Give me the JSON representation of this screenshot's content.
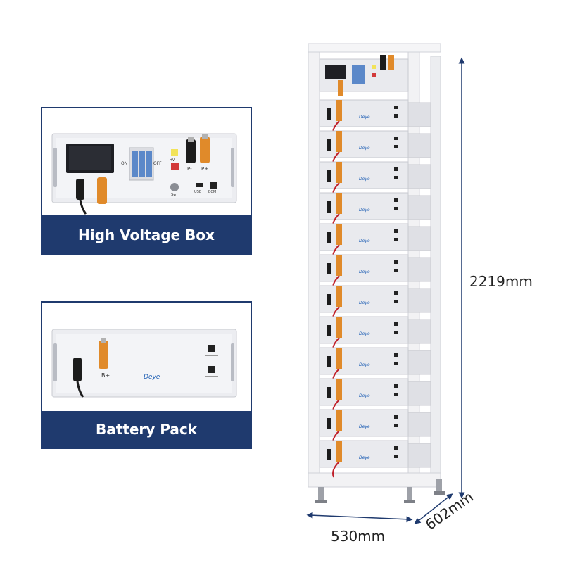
{
  "cards": {
    "high_voltage_box": {
      "title": "High Voltage Box",
      "labels": {
        "on": "ON",
        "off": "OFF",
        "p_minus": "P-",
        "p_plus": "P+",
        "sw": "Sw",
        "usb": "USB",
        "bcm": "BCM",
        "hv": "HV"
      }
    },
    "battery_pack": {
      "title": "Battery Pack",
      "labels": {
        "b_plus": "B+",
        "brand": "Deye"
      }
    }
  },
  "dimensions": {
    "height": "2219mm",
    "width": "530mm",
    "depth": "602mm"
  },
  "rack": {
    "module_count": 12,
    "brand": "Deye",
    "colors": {
      "frame": "#f2f2f4",
      "module": "#e9eaee",
      "connector": "#e08a2a",
      "cable_red": "#c0202a",
      "navy": "#1f3a6e"
    }
  }
}
